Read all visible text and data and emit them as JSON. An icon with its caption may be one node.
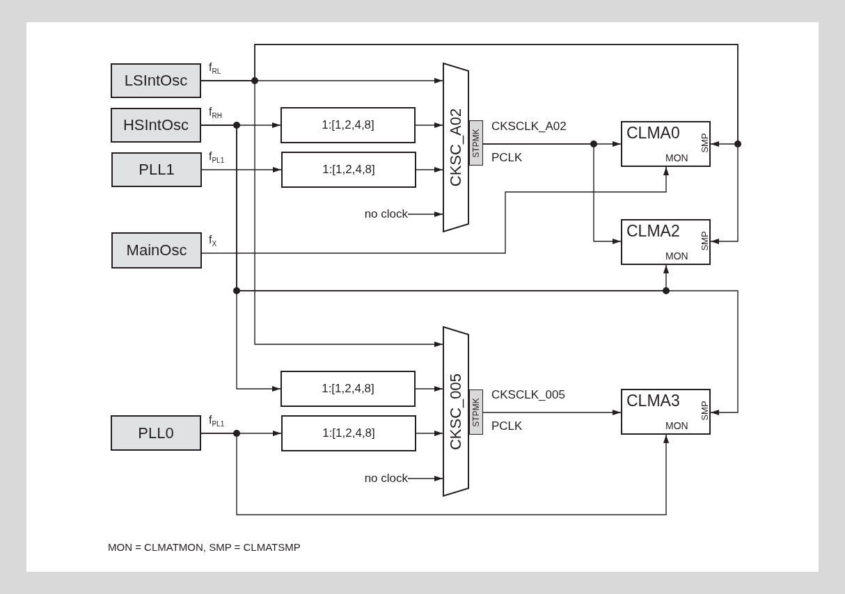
{
  "diagram": {
    "nodes": [
      {
        "text": [
          "LSIntOsc"
        ],
        "beside": [
          "f$_{RL}$"
        ]
      },
      {
        "text": [
          "HSIntOsc"
        ],
        "beside": [
          "f$_{RH}$"
        ]
      },
      {
        "text": [
          "PLL1"
        ],
        "beside": [
          "f$_{PL1}$"
        ]
      },
      {
        "text": [
          "MainOsc"
        ],
        "beside": [
          "f$_{X}$"
        ]
      },
      {
        "text": [
          "PLL0"
        ],
        "beside": [
          "f$_{PL1}$"
        ]
      },
      {
        "text": [
          "1:[1,2,4,8]"
        ]
      },
      {
        "text": [
          "1:[1,2,4,8]"
        ]
      },
      {
        "text": [
          "CKSC_A02"
        ]
      },
      {
        "text": [
          "STPMK"
        ],
        "beside": [
          "CKSCLK_A02",
          "PCLK"
        ]
      },
      {
        "text": [
          "no clock"
        ]
      },
      {
        "text": [
          "CLMA0",
          "MON",
          "SMP"
        ]
      },
      {
        "text": [
          "CLMA2",
          "MON",
          "SMP"
        ]
      },
      {
        "text": [
          "1:[1,2,4,8]"
        ]
      },
      {
        "text": [
          "1:[1,2,4,8]"
        ]
      },
      {
        "text": [
          "CKSC_005"
        ]
      },
      {
        "text": [
          "STPMK"
        ],
        "beside": [
          "CKSCLK_005",
          "PCLK"
        ]
      },
      {
        "text": [
          "no clock"
        ]
      },
      {
        "text": [
          "CLMA3",
          "MON",
          "SMP"
        ]
      }
    ],
    "edges": [
      {
        "from": 0,
        "to": 7,
        "arrow": "to"
      },
      {
        "from": 0,
        "to": 10,
        "arrow": "to"
      },
      {
        "from": 0,
        "to": 11,
        "arrow": "to"
      },
      {
        "from": 0,
        "to": 14,
        "arrow": "to"
      },
      {
        "from": 1,
        "to": 5,
        "arrow": "to"
      },
      {
        "from": 1,
        "to": 11,
        "arrow": "to"
      },
      {
        "from": 1,
        "to": 17,
        "arrow": "to"
      },
      {
        "from": 1,
        "to": 12,
        "arrow": "to"
      },
      {
        "from": 2,
        "to": 6,
        "arrow": "to"
      },
      {
        "from": 3,
        "to": 10,
        "arrow": "to"
      },
      {
        "from": 5,
        "to": 7,
        "arrow": "to"
      },
      {
        "from": 6,
        "to": 7,
        "arrow": "to"
      },
      {
        "from": 9,
        "to": 7,
        "arrow": "to"
      },
      {
        "from": 8,
        "to": 10,
        "arrow": "to"
      },
      {
        "from": 8,
        "to": 11,
        "arrow": "to"
      },
      {
        "from": 12,
        "to": 14,
        "arrow": "to"
      },
      {
        "from": 13,
        "to": 14,
        "arrow": "to"
      },
      {
        "from": 16,
        "to": 14,
        "arrow": "to"
      },
      {
        "from": 4,
        "to": 13,
        "arrow": "to"
      },
      {
        "from": 4,
        "to": 17,
        "arrow": "to"
      },
      {
        "from": 15,
        "to": 17,
        "arrow": "to"
      }
    ],
    "labels": [
      "MON = CLMATMON, SMP = CLMATSMP"
    ]
  }
}
